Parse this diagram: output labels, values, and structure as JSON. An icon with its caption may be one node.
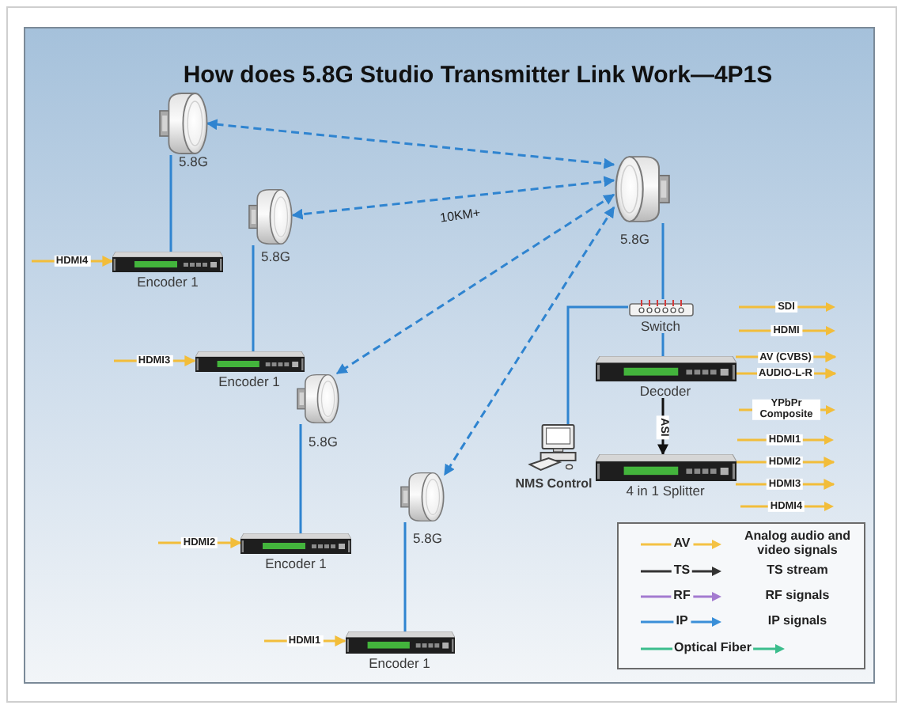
{
  "diagram": {
    "title": "How does 5.8G Studio Transmitter Link Work—4P1S",
    "nodes": [
      {
        "text": [],
        "shape": "picture",
        "beside": [
          "5.8G"
        ]
      },
      {
        "text": [],
        "shape": "picture",
        "beside": [
          "5.8G"
        ]
      },
      {
        "text": [],
        "shape": "picture",
        "beside": [
          "5.8G"
        ]
      },
      {
        "text": [
          "Encoder 1"
        ]
      },
      {
        "text": [
          "Switch"
        ]
      },
      {
        "text": [
          "Encoder 1"
        ]
      },
      {
        "text": [
          "Decoder"
        ]
      },
      {
        "text": [],
        "shape": "picture",
        "beside": [
          "5.8G"
        ]
      },
      {
        "text": [
          "NMS Control"
        ]
      },
      {
        "text": [
          "4 in 1 Splitter"
        ]
      },
      {
        "text": [],
        "shape": "picture",
        "beside": [
          "5.8G"
        ]
      },
      {
        "text": [
          "Encoder 1"
        ]
      },
      {
        "text": [
          "Encoder 1"
        ]
      }
    ],
    "edges": [
      {
        "from": 1,
        "to": 0,
        "arrow": "both",
        "style": "dashed"
      },
      {
        "from": 1,
        "to": 2,
        "arrow": "both",
        "style": "dashed",
        "label": "10KM+"
      },
      {
        "from": 1,
        "to": 7,
        "arrow": "both",
        "style": "dashed"
      },
      {
        "from": 1,
        "to": 10,
        "arrow": "both",
        "style": "dashed"
      },
      {
        "from": 0,
        "to": 3,
        "arrow": "none"
      },
      {
        "from": 2,
        "to": 5,
        "arrow": "none"
      },
      {
        "from": 7,
        "to": 11,
        "arrow": "none"
      },
      {
        "from": 10,
        "to": 12,
        "arrow": "none"
      },
      {
        "from": 1,
        "to": 4,
        "arrow": "none"
      },
      {
        "from": 4,
        "to": 6,
        "arrow": "none"
      },
      {
        "from": 4,
        "to": 8,
        "arrow": "none"
      },
      {
        "from": 6,
        "to": 9,
        "arrow": "to",
        "label": "ASI",
        "color": "#111111"
      },
      {
        "from": null,
        "to": 3,
        "arrow": "to",
        "label": "HDMI4",
        "color": "#f2bd3a"
      },
      {
        "from": null,
        "to": 5,
        "arrow": "to",
        "label": "HDMI3",
        "color": "#f2bd3a"
      },
      {
        "from": null,
        "to": 11,
        "arrow": "to",
        "label": "HDMI2",
        "color": "#f2bd3a"
      },
      {
        "from": null,
        "to": 12,
        "arrow": "to",
        "label": "HDMI1",
        "color": "#f2bd3a"
      },
      {
        "from": 6,
        "to": null,
        "arrow": "to",
        "label": "AV (CVBS)",
        "color": "#f2bd3a"
      },
      {
        "from": 6,
        "to": null,
        "arrow": "to",
        "label": "AUDIO-L-R",
        "color": "#f2bd3a"
      },
      {
        "from": 9,
        "to": null,
        "arrow": "to",
        "label": "HDMI2",
        "color": "#f2bd3a"
      },
      {
        "from": 9,
        "to": null,
        "arrow": "to",
        "label": "HDMI3",
        "color": "#f2bd3a"
      }
    ],
    "labels": [
      "SDI",
      "HDMI",
      "YPbPr Composite",
      "HDMI1",
      "HDMI4",
      "AV",
      "TS",
      "RF",
      "IP"
    ],
    "legend": [
      {
        "text": "Analog audio and video signals"
      },
      {
        "text": "TS stream"
      },
      {
        "text": "RF signals"
      },
      {
        "text": "IP signals"
      },
      {
        "text": "Optical Fiber"
      }
    ]
  }
}
